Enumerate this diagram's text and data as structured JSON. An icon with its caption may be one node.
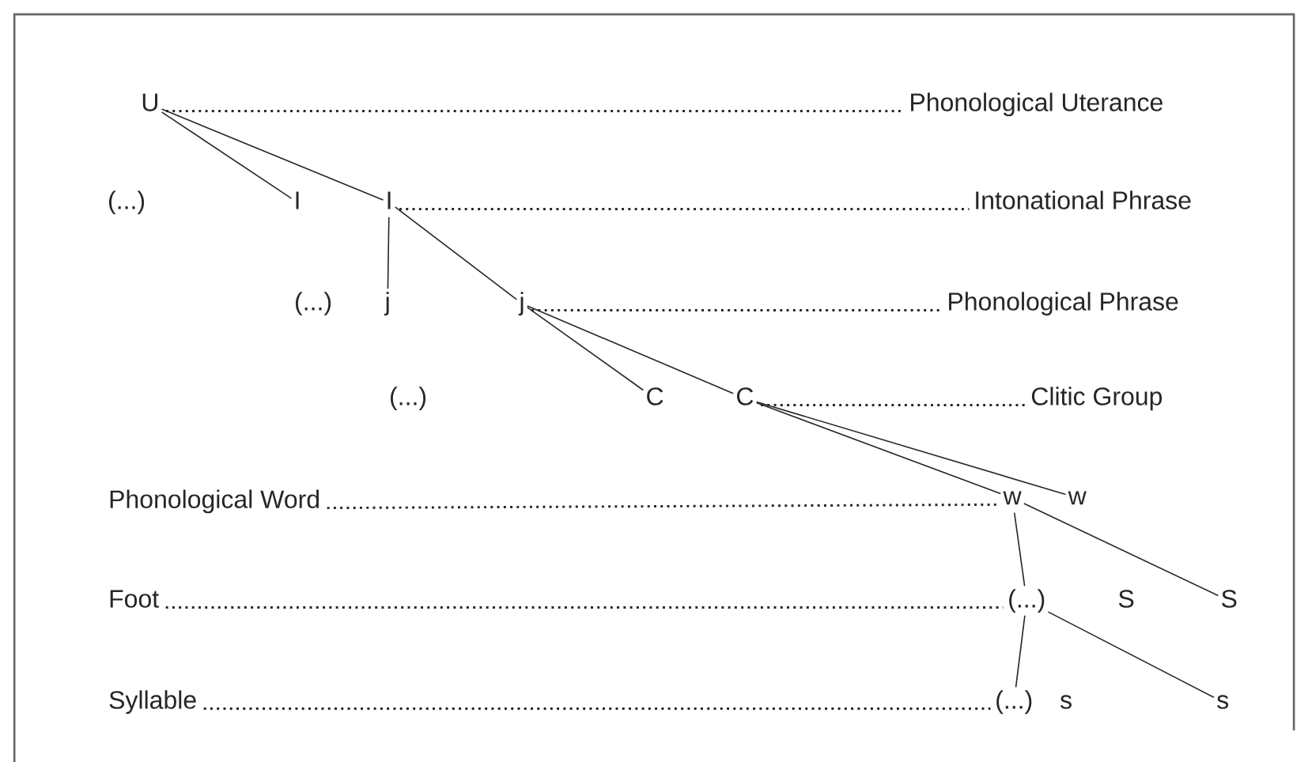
{
  "diagram": {
    "nodes": [
      {
        "text": [
          "U"
        ]
      },
      {
        "text": [
          "Phonological Uterance"
        ]
      },
      {
        "text": [
          "(...)"
        ]
      },
      {
        "text": [
          "I"
        ]
      },
      {
        "text": [
          "I"
        ]
      },
      {
        "text": [
          "Intonational Phrase"
        ]
      },
      {
        "text": [
          "(...)"
        ]
      },
      {
        "text": [
          "j"
        ]
      },
      {
        "text": [
          "j"
        ]
      },
      {
        "text": [
          "Phonological Phrase"
        ]
      },
      {
        "text": [
          "(...)"
        ]
      },
      {
        "text": [
          "C"
        ]
      },
      {
        "text": [
          "C"
        ]
      },
      {
        "text": [
          "Clitic Group"
        ]
      },
      {
        "text": [
          "Phonological Word"
        ]
      },
      {
        "text": [
          "w"
        ]
      },
      {
        "text": [
          "w"
        ]
      },
      {
        "text": [
          "Foot"
        ]
      },
      {
        "text": [
          "(...)"
        ]
      },
      {
        "text": [
          "S"
        ]
      },
      {
        "text": [
          "S"
        ]
      },
      {
        "text": [
          "Syllable"
        ]
      },
      {
        "text": [
          "(...)"
        ]
      },
      {
        "text": [
          "s"
        ]
      },
      {
        "text": [
          "s"
        ]
      }
    ],
    "edges": [
      {
        "from": 0,
        "to": 1,
        "arrow": "none",
        "style": "dashed"
      },
      {
        "from": 0,
        "to": 3,
        "arrow": "none"
      },
      {
        "from": 0,
        "to": 4,
        "arrow": "none"
      },
      {
        "from": 4,
        "to": 5,
        "arrow": "none",
        "style": "dashed"
      },
      {
        "from": 4,
        "to": 7,
        "arrow": "none"
      },
      {
        "from": 4,
        "to": 8,
        "arrow": "none"
      },
      {
        "from": 8,
        "to": 9,
        "arrow": "none",
        "style": "dashed"
      },
      {
        "from": 8,
        "to": 11,
        "arrow": "none"
      },
      {
        "from": 8,
        "to": 12,
        "arrow": "none"
      },
      {
        "from": 12,
        "to": 13,
        "arrow": "none",
        "style": "dashed"
      },
      {
        "from": 12,
        "to": 15,
        "arrow": "none"
      },
      {
        "from": 12,
        "to": 16,
        "arrow": "none"
      },
      {
        "from": 14,
        "to": 15,
        "arrow": "none",
        "style": "dashed"
      },
      {
        "from": 15,
        "to": 18,
        "arrow": "none"
      },
      {
        "from": 15,
        "to": 20,
        "arrow": "none"
      },
      {
        "from": 17,
        "to": 18,
        "arrow": "none",
        "style": "dashed"
      },
      {
        "from": 18,
        "to": 22,
        "arrow": "none"
      },
      {
        "from": 18,
        "to": 24,
        "arrow": "none"
      },
      {
        "from": 21,
        "to": 22,
        "arrow": "none",
        "style": "dashed"
      }
    ]
  }
}
